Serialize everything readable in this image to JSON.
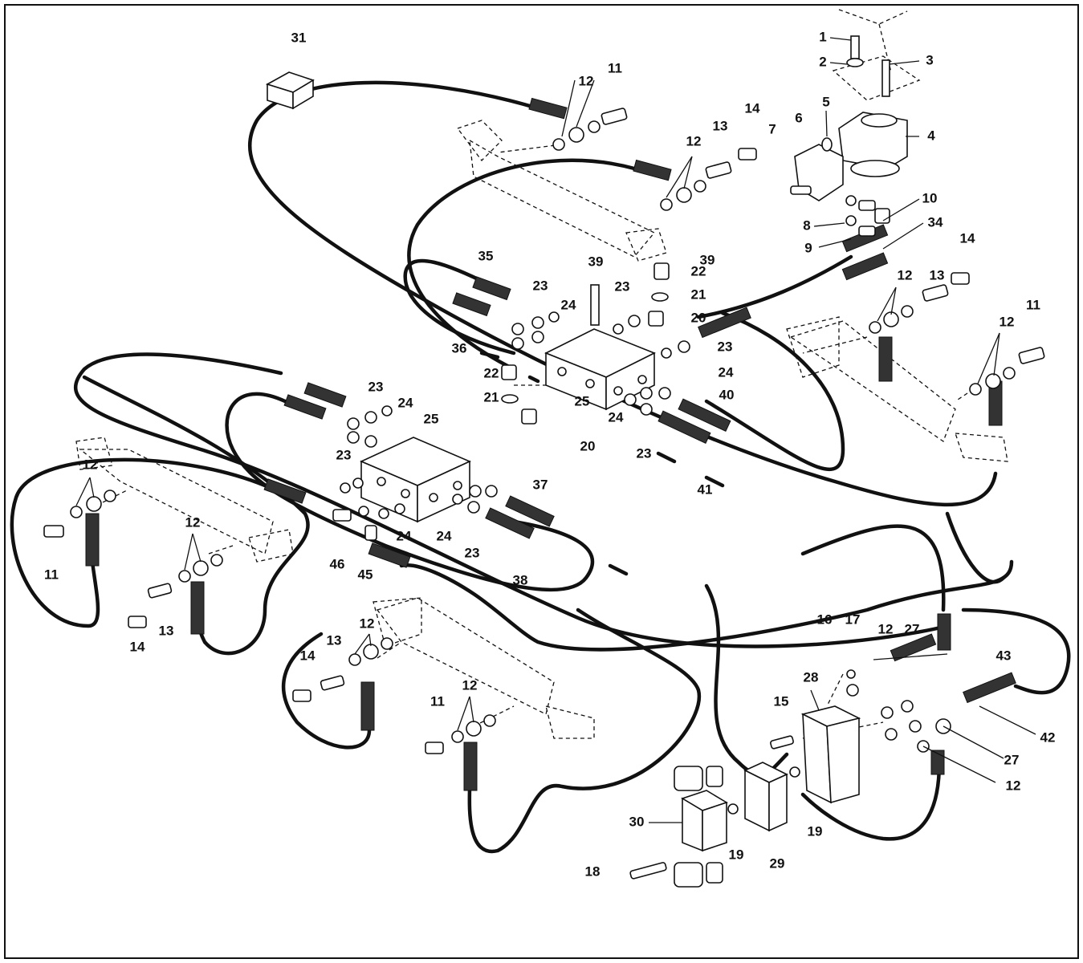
{
  "callouts": [
    {
      "id": "c1",
      "text": "1"
    },
    {
      "id": "c2",
      "text": "2"
    },
    {
      "id": "c3",
      "text": "3"
    },
    {
      "id": "c4",
      "text": "4"
    },
    {
      "id": "c5",
      "text": "5"
    },
    {
      "id": "c6",
      "text": "6"
    },
    {
      "id": "c7",
      "text": "7"
    },
    {
      "id": "c8",
      "text": "8"
    },
    {
      "id": "c9",
      "text": "9"
    },
    {
      "id": "c10",
      "text": "10"
    },
    {
      "id": "c34",
      "text": "34"
    },
    {
      "id": "c31",
      "text": "31"
    },
    {
      "id": "c11a",
      "text": "11"
    },
    {
      "id": "c12a",
      "text": "12"
    },
    {
      "id": "c12b",
      "text": "12"
    },
    {
      "id": "c13a",
      "text": "13"
    },
    {
      "id": "c14a",
      "text": "14"
    },
    {
      "id": "c35",
      "text": "35"
    },
    {
      "id": "c36",
      "text": "36"
    },
    {
      "id": "c23a",
      "text": "23"
    },
    {
      "id": "c24a",
      "text": "24"
    },
    {
      "id": "c39a",
      "text": "39"
    },
    {
      "id": "c39b",
      "text": "39"
    },
    {
      "id": "c22a",
      "text": "22"
    },
    {
      "id": "c21a",
      "text": "21"
    },
    {
      "id": "c20a",
      "text": "20"
    },
    {
      "id": "c23b",
      "text": "23"
    },
    {
      "id": "c23c",
      "text": "23"
    },
    {
      "id": "c24b",
      "text": "24"
    },
    {
      "id": "c22b",
      "text": "22"
    },
    {
      "id": "c21b",
      "text": "21"
    },
    {
      "id": "c25a",
      "text": "25"
    },
    {
      "id": "c20b",
      "text": "20"
    },
    {
      "id": "c24c",
      "text": "24"
    },
    {
      "id": "c23d",
      "text": "23"
    },
    {
      "id": "c40",
      "text": "40"
    },
    {
      "id": "c41",
      "text": "41"
    },
    {
      "id": "c12c",
      "text": "12"
    },
    {
      "id": "c13b",
      "text": "13"
    },
    {
      "id": "c14b",
      "text": "14"
    },
    {
      "id": "c11b",
      "text": "11"
    },
    {
      "id": "c12d",
      "text": "12"
    },
    {
      "id": "c23e",
      "text": "23"
    },
    {
      "id": "c24d",
      "text": "24"
    },
    {
      "id": "c25b",
      "text": "25"
    },
    {
      "id": "c23f",
      "text": "23"
    },
    {
      "id": "c37",
      "text": "37"
    },
    {
      "id": "c24e",
      "text": "24"
    },
    {
      "id": "c24f",
      "text": "24"
    },
    {
      "id": "c23g",
      "text": "23"
    },
    {
      "id": "c38",
      "text": "38"
    },
    {
      "id": "c46",
      "text": "46"
    },
    {
      "id": "c45",
      "text": "45"
    },
    {
      "id": "c12e",
      "text": "12"
    },
    {
      "id": "c11c",
      "text": "11"
    },
    {
      "id": "c12f",
      "text": "12"
    },
    {
      "id": "c14c",
      "text": "14"
    },
    {
      "id": "c13c",
      "text": "13"
    },
    {
      "id": "c12g",
      "text": "12"
    },
    {
      "id": "c13d",
      "text": "13"
    },
    {
      "id": "c14d",
      "text": "14"
    },
    {
      "id": "c12h",
      "text": "12"
    },
    {
      "id": "c11d",
      "text": "11"
    },
    {
      "id": "c16",
      "text": "16"
    },
    {
      "id": "c17",
      "text": "17"
    },
    {
      "id": "c12i",
      "text": "12"
    },
    {
      "id": "c27a",
      "text": "27"
    },
    {
      "id": "c43",
      "text": "43"
    },
    {
      "id": "c28",
      "text": "28"
    },
    {
      "id": "c15",
      "text": "15"
    },
    {
      "id": "c42",
      "text": "42"
    },
    {
      "id": "c27b",
      "text": "27"
    },
    {
      "id": "c12j",
      "text": "12"
    },
    {
      "id": "c19a",
      "text": "19"
    },
    {
      "id": "c19b",
      "text": "19"
    },
    {
      "id": "c30",
      "text": "30"
    },
    {
      "id": "c29",
      "text": "29"
    },
    {
      "id": "c18",
      "text": "18"
    }
  ]
}
